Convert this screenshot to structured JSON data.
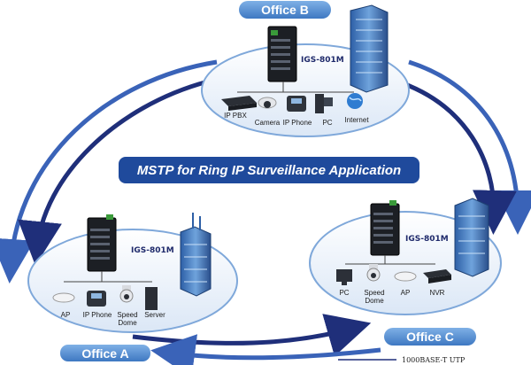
{
  "title": "MSTP for Ring IP Surveillance Application",
  "colors": {
    "ring": "#1f2f7a",
    "ring_light": "#3a63b8",
    "pill": "#5b95d6",
    "title_bg": "#1f4a9c",
    "ellipse_fill": "#eef4fb",
    "ellipse_stroke": "#8fb3dd"
  },
  "offices": {
    "b": {
      "name": "Office B",
      "switch_model": "IGS-801M",
      "devices": [
        "IP PBX",
        "Camera",
        "IP Phone",
        "PC",
        "Internet"
      ]
    },
    "a": {
      "name": "Office A",
      "switch_model": "IGS-801M",
      "devices": [
        "AP",
        "IP Phone",
        "Speed\nDome",
        "Server"
      ]
    },
    "c": {
      "name": "Office C",
      "switch_model": "IGS-801M",
      "devices": [
        "PC",
        "Speed\nDome",
        "AP",
        "NVR"
      ]
    }
  },
  "legend": {
    "label": "1000BASE-T UTP"
  },
  "icons": [
    "switch-icon",
    "building-icon",
    "ip-pbx-icon",
    "camera-icon",
    "ip-phone-icon",
    "pc-icon",
    "internet-icon",
    "ap-icon",
    "speed-dome-icon",
    "server-icon",
    "nvr-icon"
  ]
}
